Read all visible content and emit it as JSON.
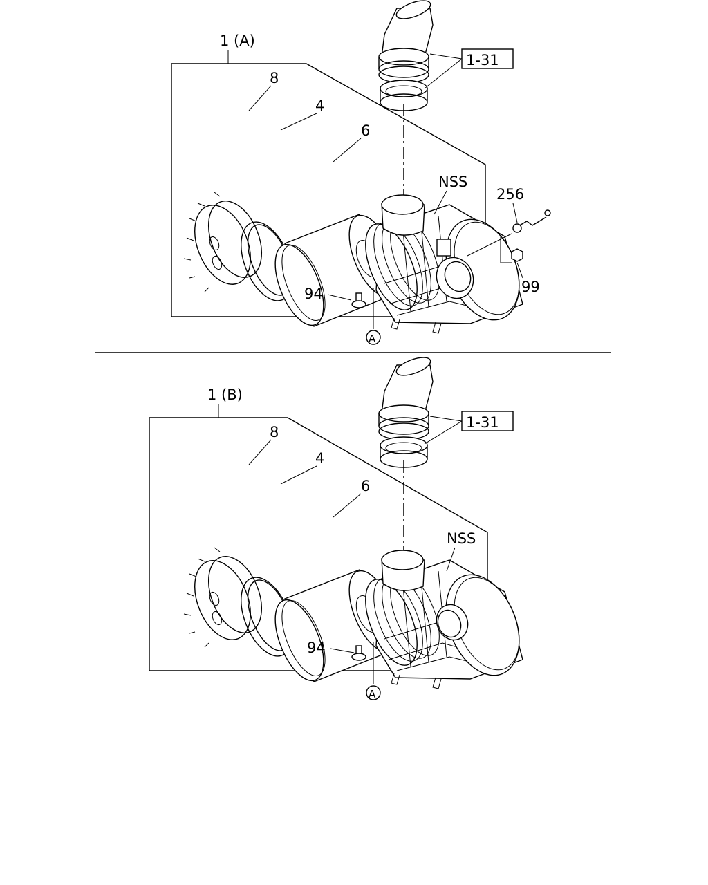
{
  "upper": {
    "assembly_label": "1 (A)",
    "callouts": {
      "cover": "8",
      "ring": "4",
      "element": "6",
      "body": "NSS",
      "bolt": "94",
      "sensor": "256",
      "nut": "99",
      "ref": "1-31",
      "view": "A"
    }
  },
  "lower": {
    "assembly_label": "1 (B)",
    "callouts": {
      "cover": "8",
      "ring": "4",
      "element": "6",
      "body": "NSS",
      "bolt": "94",
      "ref": "1-31",
      "view": "A"
    }
  }
}
